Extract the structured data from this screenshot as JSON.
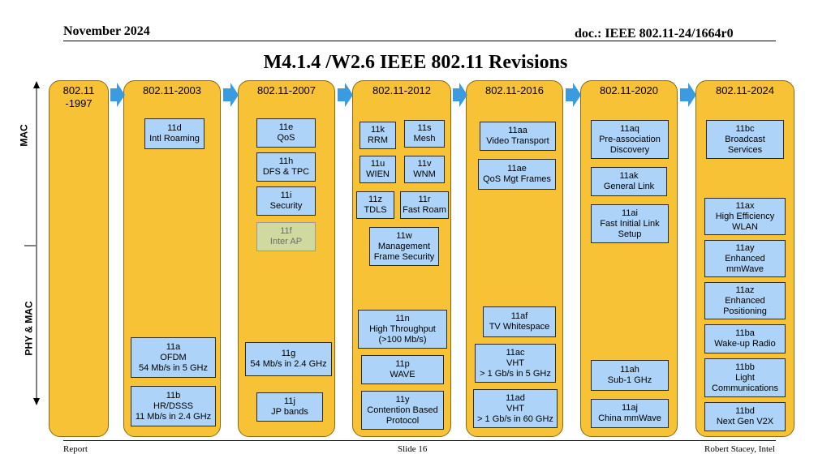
{
  "header": {
    "date": "November 2024",
    "doc": "doc.: IEEE 802.11-24/1664r0"
  },
  "title": "M4.1.4 /W2.6 IEEE 802.11 Revisions",
  "side_labels": {
    "mac": "MAC",
    "phy_mac": "PHY & MAC"
  },
  "columns": [
    {
      "label": "802.11\n-1997",
      "boxes": []
    },
    {
      "label": "802.11-2003",
      "boxes": [
        {
          "text": "11d\nIntl Roaming"
        },
        {
          "text": "11a\nOFDM\n54 Mb/s in 5 GHz"
        },
        {
          "text": "11b\nHR/DSSS\n11 Mb/s in 2.4 GHz"
        }
      ]
    },
    {
      "label": "802.11-2007",
      "boxes": [
        {
          "text": "11e\nQoS"
        },
        {
          "text": "11h\nDFS & TPC"
        },
        {
          "text": "11i\nSecurity"
        },
        {
          "text": "11f\nInter AP"
        },
        {
          "text": "11g\n54 Mb/s in 2.4 GHz"
        },
        {
          "text": "11j\nJP bands"
        }
      ]
    },
    {
      "label": "802.11-2012",
      "boxes": [
        {
          "text": "11k\nRRM"
        },
        {
          "text": "11s\nMesh"
        },
        {
          "text": "11u\nWIEN"
        },
        {
          "text": "11v\nWNM"
        },
        {
          "text": "11z\nTDLS"
        },
        {
          "text": "11r\nFast Roam"
        },
        {
          "text": "11w\nManagement\nFrame Security"
        },
        {
          "text": "11n\nHigh Throughput\n(>100 Mb/s)"
        },
        {
          "text": "11p\nWAVE"
        },
        {
          "text": "11y\nContention Based\nProtocol"
        }
      ]
    },
    {
      "label": "802.11-2016",
      "boxes": [
        {
          "text": "11aa\nVideo Transport"
        },
        {
          "text": "11ae\nQoS Mgt Frames"
        },
        {
          "text": "11af\nTV Whitespace"
        },
        {
          "text": "11ac\nVHT\n> 1 Gb/s in 5 GHz"
        },
        {
          "text": "11ad\nVHT\n> 1 Gb/s in 60 GHz"
        }
      ]
    },
    {
      "label": "802.11-2020",
      "boxes": [
        {
          "text": "11aq\nPre-association\nDiscovery"
        },
        {
          "text": "11ak\nGeneral Link"
        },
        {
          "text": "11ai\nFast Initial Link\nSetup"
        },
        {
          "text": "11ah\nSub-1 GHz"
        },
        {
          "text": "11aj\nChina mmWave"
        }
      ]
    },
    {
      "label": "802.11-2024",
      "boxes": [
        {
          "text": "11bc\nBroadcast\nServices"
        },
        {
          "text": "11ax\nHigh Efficiency\nWLAN"
        },
        {
          "text": "11ay\nEnhanced\nmmWave"
        },
        {
          "text": "11az\nEnhanced\nPositioning"
        },
        {
          "text": "11ba\nWake-up Radio"
        },
        {
          "text": "11bb\nLight\nCommunications"
        },
        {
          "text": "11bd\nNext Gen V2X"
        }
      ]
    }
  ],
  "footer": {
    "left": "Report",
    "center": "Slide 16",
    "right": "Robert Stacey, Intel"
  },
  "colors": {
    "column_fill": "#f7c236",
    "box_fill": "#aed3f8",
    "inactive_fill": "#cfd9a0",
    "arrow": "#3a9be0"
  }
}
